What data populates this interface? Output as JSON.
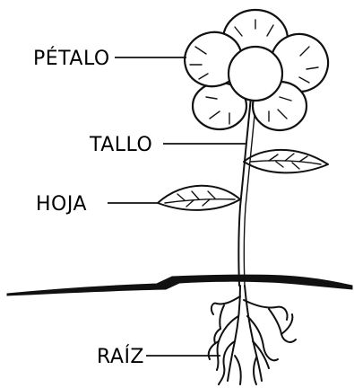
{
  "diagram": {
    "labels": {
      "petal": "PÉTALO",
      "stem": "TALLO",
      "leaf": "HOJA",
      "root": "RAÍZ"
    }
  }
}
